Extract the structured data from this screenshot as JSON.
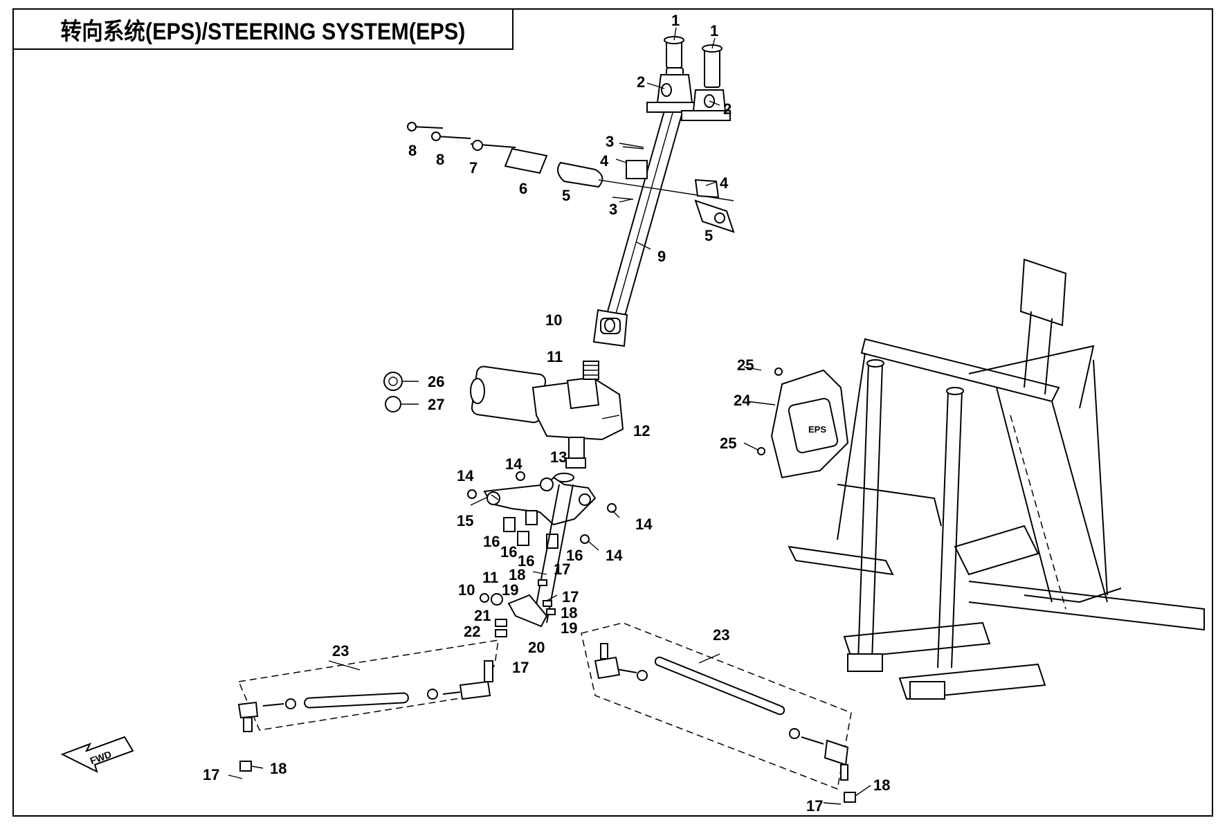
{
  "title": "转向系统(EPS)/STEERING SYSTEM(EPS)",
  "fwd_label": "FWD",
  "ecu_label": "EPS",
  "callouts": [
    {
      "id": "c1a",
      "text": "1"
    },
    {
      "id": "c1b",
      "text": "1"
    },
    {
      "id": "c2a",
      "text": "2"
    },
    {
      "id": "c2b",
      "text": "2"
    },
    {
      "id": "c3a",
      "text": "3"
    },
    {
      "id": "c3b",
      "text": "3"
    },
    {
      "id": "c4a",
      "text": "4"
    },
    {
      "id": "c4b",
      "text": "4"
    },
    {
      "id": "c5a",
      "text": "5"
    },
    {
      "id": "c5b",
      "text": "5"
    },
    {
      "id": "c6",
      "text": "6"
    },
    {
      "id": "c7",
      "text": "7"
    },
    {
      "id": "c8a",
      "text": "8"
    },
    {
      "id": "c8b",
      "text": "8"
    },
    {
      "id": "c9",
      "text": "9"
    },
    {
      "id": "c10a",
      "text": "10"
    },
    {
      "id": "c10b",
      "text": "10"
    },
    {
      "id": "c11a",
      "text": "11"
    },
    {
      "id": "c11b",
      "text": "11"
    },
    {
      "id": "c12",
      "text": "12"
    },
    {
      "id": "c13",
      "text": "13"
    },
    {
      "id": "c14a",
      "text": "14"
    },
    {
      "id": "c14b",
      "text": "14"
    },
    {
      "id": "c14c",
      "text": "14"
    },
    {
      "id": "c14d",
      "text": "14"
    },
    {
      "id": "c15",
      "text": "15"
    },
    {
      "id": "c16a",
      "text": "16"
    },
    {
      "id": "c16b",
      "text": "16"
    },
    {
      "id": "c16c",
      "text": "16"
    },
    {
      "id": "c16d",
      "text": "16"
    },
    {
      "id": "c17a",
      "text": "17"
    },
    {
      "id": "c17b",
      "text": "17"
    },
    {
      "id": "c17c",
      "text": "17"
    },
    {
      "id": "c17d",
      "text": "17"
    },
    {
      "id": "c17e",
      "text": "17"
    },
    {
      "id": "c18a",
      "text": "18"
    },
    {
      "id": "c18b",
      "text": "18"
    },
    {
      "id": "c18c",
      "text": "18"
    },
    {
      "id": "c18d",
      "text": "18"
    },
    {
      "id": "c19a",
      "text": "19"
    },
    {
      "id": "c19b",
      "text": "19"
    },
    {
      "id": "c20",
      "text": "20"
    },
    {
      "id": "c21",
      "text": "21"
    },
    {
      "id": "c22",
      "text": "22"
    },
    {
      "id": "c23a",
      "text": "23"
    },
    {
      "id": "c23b",
      "text": "23"
    },
    {
      "id": "c24",
      "text": "24"
    },
    {
      "id": "c25a",
      "text": "25"
    },
    {
      "id": "c25b",
      "text": "25"
    },
    {
      "id": "c26",
      "text": "26"
    },
    {
      "id": "c27",
      "text": "27"
    }
  ]
}
